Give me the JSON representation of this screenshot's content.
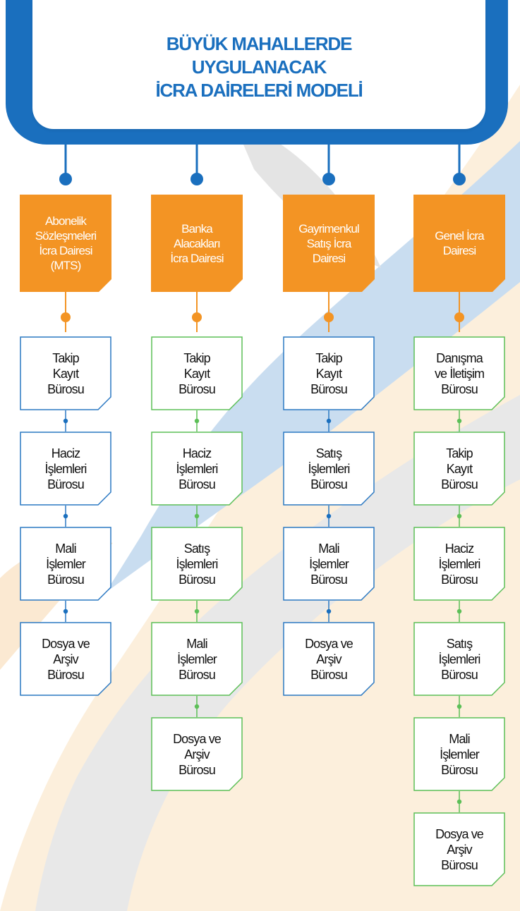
{
  "header": {
    "title_lines": [
      "BÜYÜK MAHALLERDE",
      "UYGULANACAK",
      "İCRA DAİRELERİ MODELİ"
    ]
  },
  "colors": {
    "header_blue": "#1a6fbe",
    "dept_orange": "#f39424",
    "office_border_blue": "#2a78c2",
    "office_border_green": "#5cbf57",
    "dot_blue": "#1a6fbe",
    "dot_orange": "#f39424",
    "dot_green": "#5cbf57"
  },
  "departments": [
    {
      "label": "Abonelik\nSözleşmeleri\nİcra Dairesi\n(MTS)",
      "border": "blue",
      "offices": [
        "Takip\nKayıt\nBürosu",
        "Haciz\nİşlemleri\nBürosu",
        "Mali\nİşlemler\nBürosu",
        "Dosya ve\nArşiv\nBürosu"
      ]
    },
    {
      "label": "Banka\nAlacakları\nİcra Dairesi",
      "border": "green",
      "offices": [
        "Takip\nKayıt\nBürosu",
        "Haciz\nİşlemleri\nBürosu",
        "Satış\nİşlemleri\nBürosu",
        "Mali\nİşlemler\nBürosu",
        "Dosya ve\nArşiv\nBürosu"
      ]
    },
    {
      "label": "Gayrimenkul\nSatış İcra\nDairesi",
      "border": "blue",
      "offices": [
        "Takip\nKayıt\nBürosu",
        "Satış\nİşlemleri\nBürosu",
        "Mali\nİşlemler\nBürosu",
        "Dosya ve\nArşiv\nBürosu"
      ]
    },
    {
      "label": "Genel İcra\nDairesi",
      "border": "green",
      "offices": [
        "Danışma\nve İletişim\nBürosu",
        "Takip\nKayıt\nBürosu",
        "Haciz\nİşlemleri\nBürosu",
        "Satış\nİşlemleri\nBürosu",
        "Mali\nİşlemler\nBürosu",
        "Dosya ve\nArşiv\nBürosu"
      ]
    }
  ]
}
